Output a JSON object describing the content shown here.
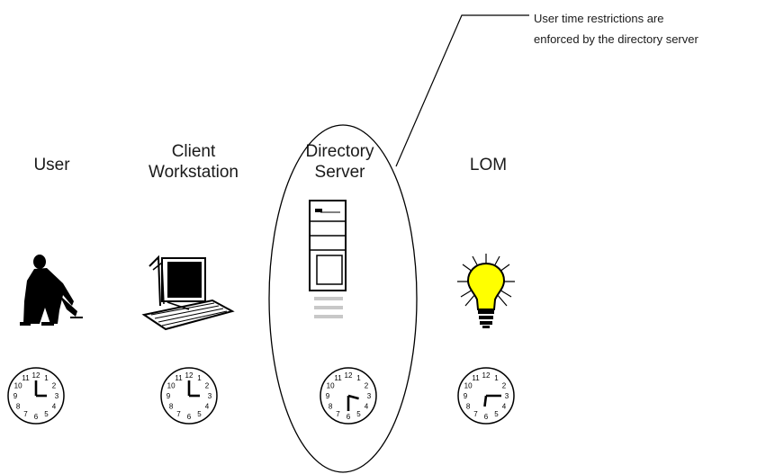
{
  "columns": [
    {
      "id": "user",
      "title_lines": [
        "User"
      ],
      "icon": "user-figure-icon",
      "clock": {
        "hour": 3,
        "minute": 0
      }
    },
    {
      "id": "client",
      "title_lines": [
        "Client",
        "Workstation"
      ],
      "icon": "workstation-icon",
      "clock": {
        "hour": 3,
        "minute": 0
      }
    },
    {
      "id": "server",
      "title_lines": [
        "Directory",
        "Server"
      ],
      "icon": "server-tower-icon",
      "clock": {
        "hour": 3,
        "minute": 30
      }
    },
    {
      "id": "lom",
      "title_lines": [
        "LOM"
      ],
      "icon": "light-bulb-icon",
      "clock": {
        "hour": 6,
        "minute": 15
      }
    }
  ],
  "callout": {
    "line1": "User time restrictions are",
    "line2": "enforced by the directory server"
  },
  "colors": {
    "bulb": "#ffff00",
    "ink": "#000000",
    "server_gray": "#c8c8c8"
  }
}
